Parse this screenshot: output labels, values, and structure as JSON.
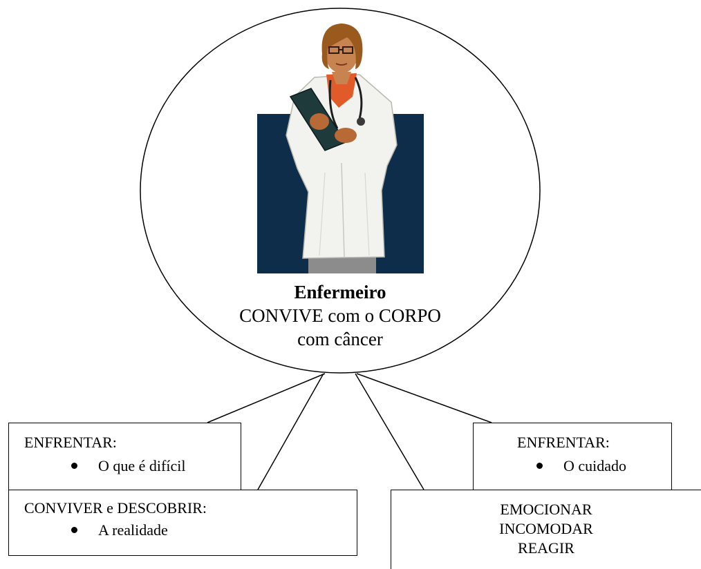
{
  "center": {
    "title": "Enfermeiro",
    "line1": "CONVIVE com o CORPO",
    "line2": "com câncer",
    "illustration": "nurse-clipart-icon"
  },
  "boxes": {
    "top_left": {
      "heading": "ENFRENTAR:",
      "bullet": "O que é difícil"
    },
    "bottom_left": {
      "heading": "CONVIVER e DESCOBRIR:",
      "bullet": "A realidade"
    },
    "top_right": {
      "heading": "ENFRENTAR:",
      "bullet": "O cuidado"
    },
    "bottom_right": {
      "lines": [
        "EMOCIONAR",
        "INCOMODAR",
        "REAGIR"
      ]
    }
  },
  "colors": {
    "outline": "#000000",
    "illustration_backdrop": "#0d2d4b",
    "coat": "#f2f2ee",
    "hair": "#9a5a1e",
    "skin": "#c88450"
  }
}
